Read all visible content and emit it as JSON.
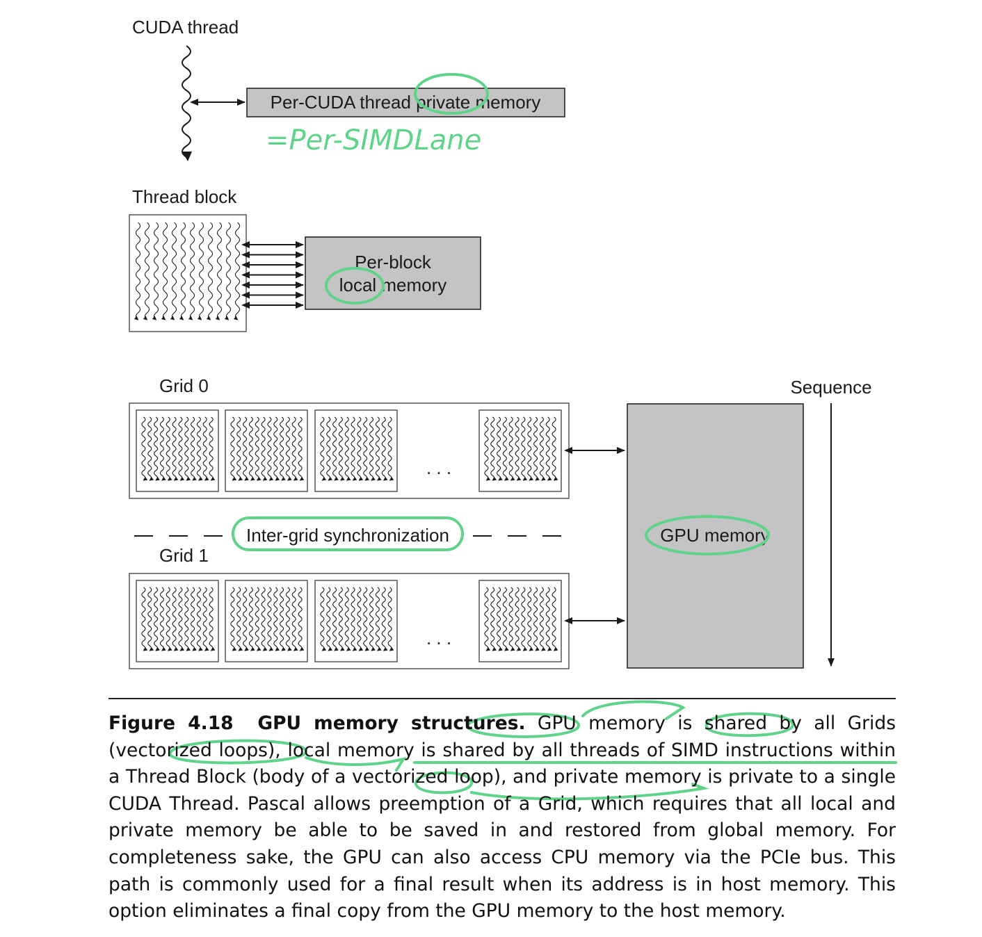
{
  "diagram": {
    "cuda_thread_label": "CUDA thread",
    "private_memory_label": "Per-CUDA thread private memory",
    "handwritten_note": "=Per-SIMDLane",
    "thread_block_label": "Thread block",
    "block_memory_line1": "Per-block",
    "block_memory_line2": "local memory",
    "grid0_label": "Grid 0",
    "grid1_label": "Grid 1",
    "ellipsis": ". . .",
    "sync_label": "Inter-grid synchronization",
    "gpu_memory_label": "GPU memory",
    "sequence_label": "Sequence"
  },
  "caption": {
    "figure_number": "Figure 4.18",
    "figure_title": "GPU memory structures.",
    "text": "GPU memory is shared by all Grids (vectorized loops), local memory is shared by all threads of SIMD instructions within a Thread Block (body of a vectorized loop), and private memory is private to a single CUDA Thread. Pascal allows preemption of a Grid, which requires that all local and private memory be able to be saved in and restored from global memory. For completeness sake, the GPU can also access CPU memory via the PCIe bus. This path is commonly used for a final result when its address is in host memory. This option eliminates a final copy from the GPU memory to the host memory."
  },
  "colors": {
    "memory_box_fill": "#c4c4c4",
    "annotation_green": "#5fd38a",
    "line_color": "#1a1a1a"
  }
}
